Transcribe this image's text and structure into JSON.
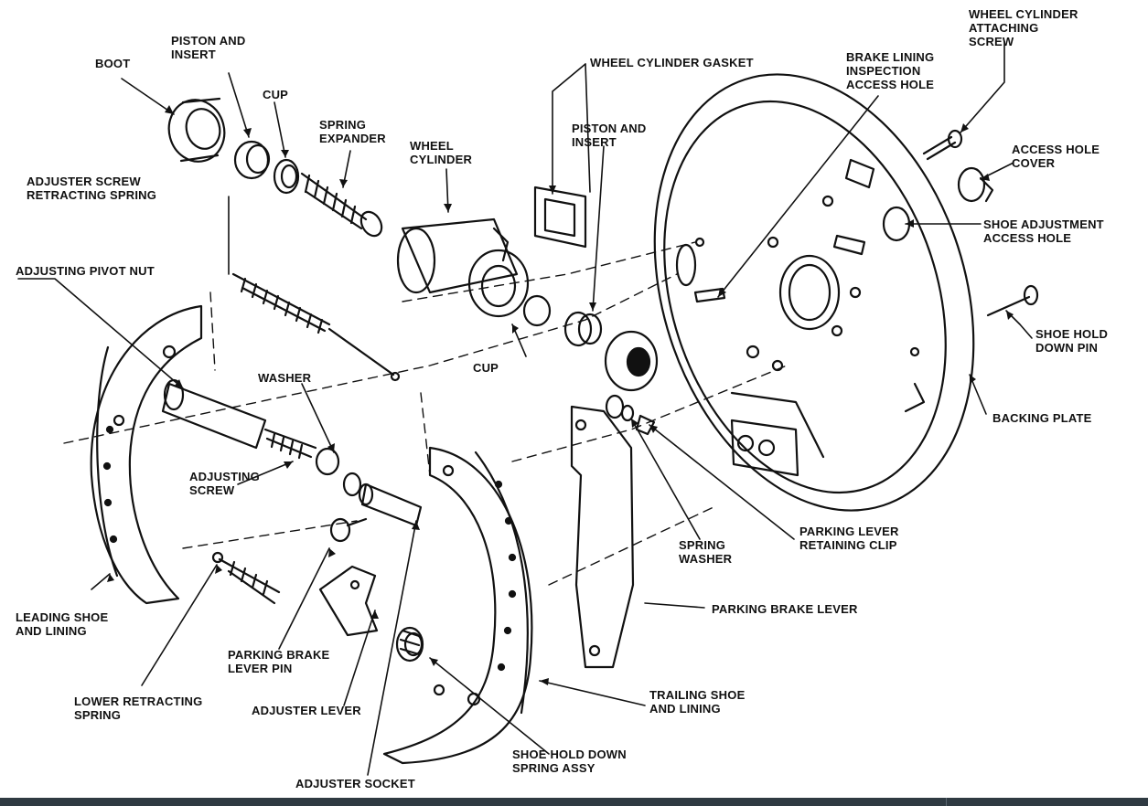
{
  "labels": {
    "boot": [
      "BOOT"
    ],
    "piston_insert_left": [
      "PISTON AND",
      "INSERT"
    ],
    "cup_top": [
      "CUP"
    ],
    "spring_expander": [
      "SPRING",
      "EXPANDER"
    ],
    "wheel_cylinder": [
      "WHEEL",
      "CYLINDER"
    ],
    "wheel_cylinder_gasket": [
      "WHEEL CYLINDER GASKET"
    ],
    "piston_insert_right": [
      "PISTON AND",
      "INSERT"
    ],
    "brake_lining_inspection": [
      "BRAKE LINING",
      "INSPECTION",
      "ACCESS HOLE"
    ],
    "wheel_cylinder_attaching_screw": [
      "WHEEL CYLINDER",
      "ATTACHING",
      "SCREW"
    ],
    "access_hole_cover": [
      "ACCESS HOLE",
      "COVER"
    ],
    "shoe_adjustment_access_hole": [
      "SHOE ADJUSTMENT",
      "ACCESS HOLE"
    ],
    "adjuster_screw_retracting_spring": [
      "ADJUSTER SCREW",
      "RETRACTING SPRING"
    ],
    "adjusting_pivot_nut": [
      "ADJUSTING PIVOT NUT"
    ],
    "shoe_hold_down_pin": [
      "SHOE HOLD",
      "DOWN PIN"
    ],
    "cup_mid": [
      "CUP"
    ],
    "washer": [
      "WASHER"
    ],
    "backing_plate": [
      "BACKING PLATE"
    ],
    "adjusting_screw": [
      "ADJUSTING",
      "SCREW"
    ],
    "parking_lever_retaining_clip": [
      "PARKING LEVER",
      "RETAINING CLIP"
    ],
    "spring_washer": [
      "SPRING",
      "WASHER"
    ],
    "leading_shoe": [
      "LEADING SHOE",
      "AND LINING"
    ],
    "parking_brake_lever": [
      "PARKING BRAKE LEVER"
    ],
    "parking_brake_lever_pin": [
      "PARKING BRAKE",
      "LEVER PIN"
    ],
    "lower_retracting_spring": [
      "LOWER RETRACTING",
      "SPRING"
    ],
    "trailing_shoe": [
      "TRAILING SHOE",
      "AND LINING"
    ],
    "adjuster_lever": [
      "ADJUSTER LEVER"
    ],
    "shoe_hold_down_spring": [
      "SHOE HOLD DOWN",
      "SPRING ASSY"
    ],
    "adjuster_socket": [
      "ADJUSTER SOCKET"
    ]
  },
  "colors": {
    "ink": "#111111",
    "footer": "#2f3a42"
  }
}
